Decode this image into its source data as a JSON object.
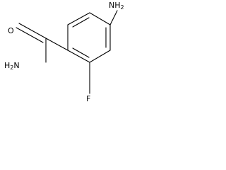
{
  "molecule": {
    "atoms": {
      "amine_nitrogen": {
        "element": "N",
        "hydrogens": "2",
        "symbol_main": "NH",
        "symbol_sub": "2"
      },
      "carbonyl_oxygen": {
        "element": "O",
        "symbol_main": "O"
      },
      "amide_nitrogen": {
        "element": "N",
        "hydrogens": "2",
        "symbol_main": "H",
        "symbol_sub": "2",
        "symbol_tail": "N"
      },
      "fluorine": {
        "element": "F",
        "symbol_main": "F"
      }
    }
  }
}
